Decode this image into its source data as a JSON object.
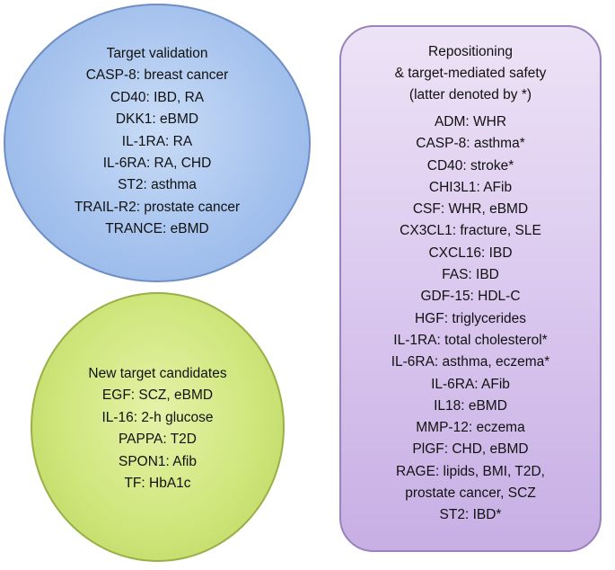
{
  "target_validation": {
    "title": "Target validation",
    "items": [
      "CASP-8: breast cancer",
      "CD40: IBD, RA",
      "DKK1: eBMD",
      "IL-1RA: RA",
      "IL-6RA: RA, CHD",
      "ST2: asthma",
      "TRAIL-R2: prostate cancer",
      "TRANCE: eBMD"
    ],
    "color": "#a6c3ee"
  },
  "new_target_candidates": {
    "title": "New target candidates",
    "items": [
      "EGF: SCZ, eBMD",
      "IL-16: 2-h glucose",
      "PAPPA: T2D",
      "SPON1: Afib",
      "TF: HbA1c"
    ],
    "color": "#cfe67c"
  },
  "repositioning": {
    "title_lines": [
      "Repositioning",
      "& target-mediated safety",
      "(latter denoted by *)"
    ],
    "items": [
      "ADM: WHR",
      "CASP-8: asthma*",
      "CD40: stroke*",
      "CHI3L1: AFib",
      "CSF: WHR, eBMD",
      "CX3CL1: fracture, SLE",
      "CXCL16: IBD",
      "FAS: IBD",
      "GDF-15: HDL-C",
      "HGF: triglycerides",
      "IL-1RA: total cholesterol*",
      "IL-6RA: asthma, eczema*",
      "IL-6RA: AFib",
      "IL18: eBMD",
      "MMP-12: eczema",
      "PlGF: CHD, eBMD",
      "RAGE: lipids, BMI, T2D,",
      "prostate cancer, SCZ",
      "ST2: IBD*"
    ],
    "color": "#d9c6ee"
  }
}
